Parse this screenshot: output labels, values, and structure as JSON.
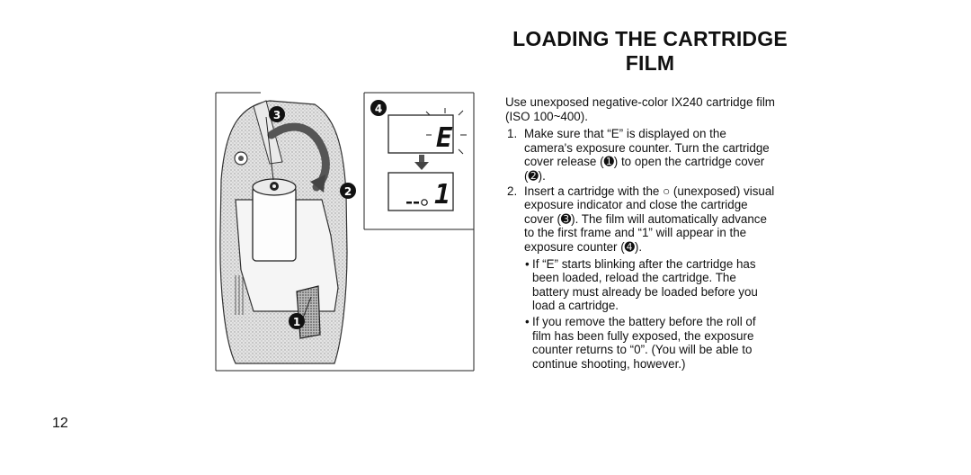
{
  "page": {
    "title_line1": "LOADING THE CARTRIDGE",
    "title_line2": "FILM",
    "page_number": "12"
  },
  "intro": "Use unexposed negative-color IX240 cartridge film (ISO 100~400).",
  "steps": [
    {
      "number": "1.",
      "text": "Make sure that “E” is displayed on the camera's exposure counter. Turn the cartridge cover release (➊) to open the cartridge cover (➋)."
    },
    {
      "number": "2.",
      "text": "Insert a cartridge with the ○ (unexposed) visual exposure indicator and close the cartridge cover (➌). The film will automatically advance to the first frame and “1” will appear in the exposure counter (➍)."
    }
  ],
  "notes": [
    {
      "bullet": "•",
      "text": "If “E” starts blinking after the cartridge has been loaded, reload the cartridge. The battery must already be loaded before you load a cartridge."
    },
    {
      "bullet": "•",
      "text": "If you remove the battery before the roll of film has been fully exposed, the exposure counter returns to “0”. (You will be able to continue shooting, however.)"
    }
  ],
  "figure": {
    "callouts": [
      "➊",
      "➋",
      "➌",
      "➍"
    ],
    "lcd_top": "E",
    "lcd_bottom": "1",
    "icons": [
      "camera-illustration",
      "rotation-arrow-icon",
      "down-arrow-icon",
      "film-cartridge-icon"
    ]
  }
}
